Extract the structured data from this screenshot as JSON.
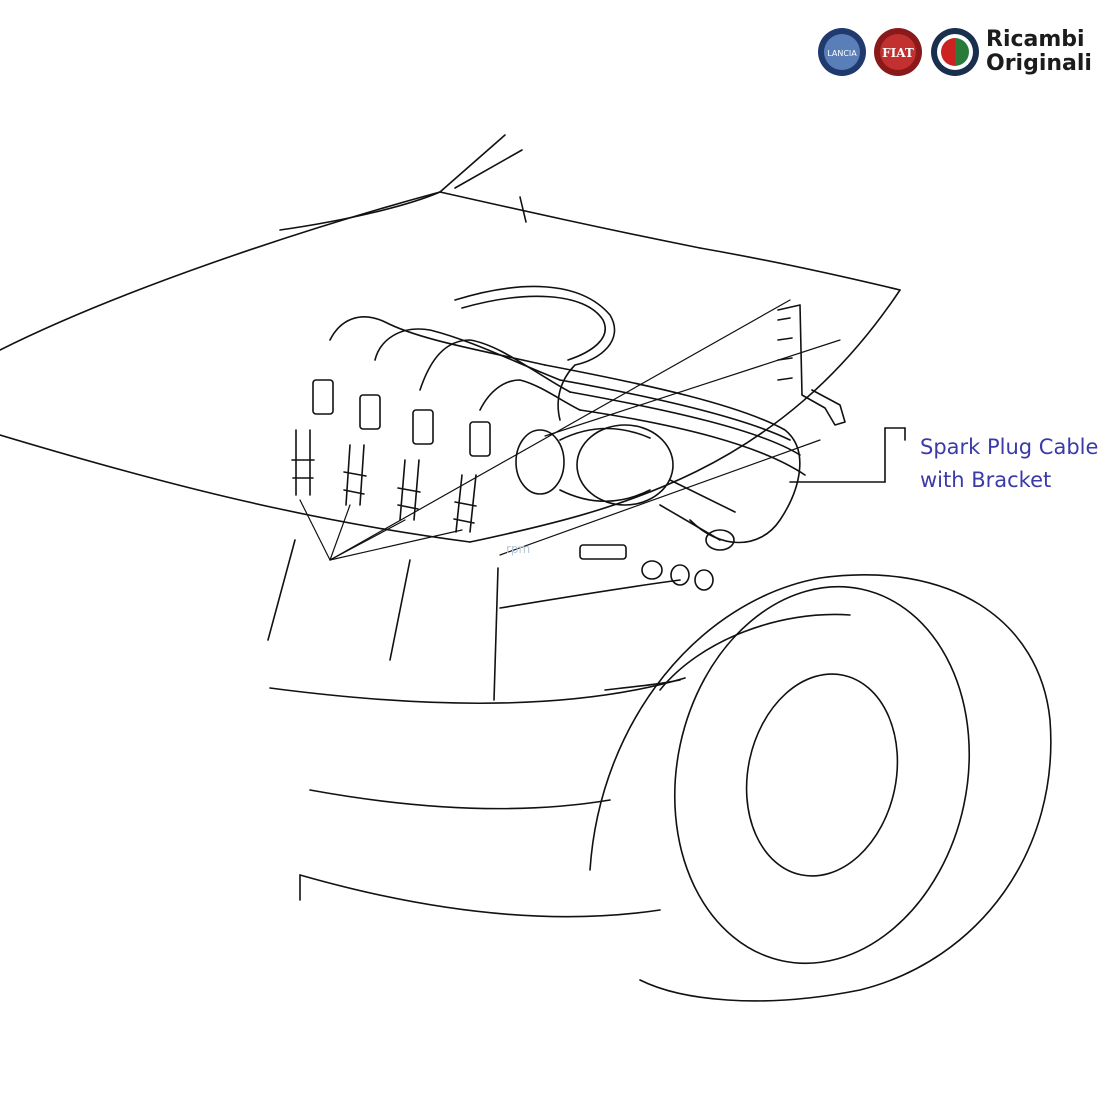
{
  "brand": {
    "logos": [
      "Lancia",
      "Fiat",
      "Alfa Romeo"
    ],
    "line1": "Ricambi",
    "line2": "Originali"
  },
  "callout": {
    "line1": "Spark Plug Cable",
    "line2": "with Bracket",
    "color": "#3a3aa8"
  },
  "watermark": "rpm",
  "line_color": "#111111"
}
